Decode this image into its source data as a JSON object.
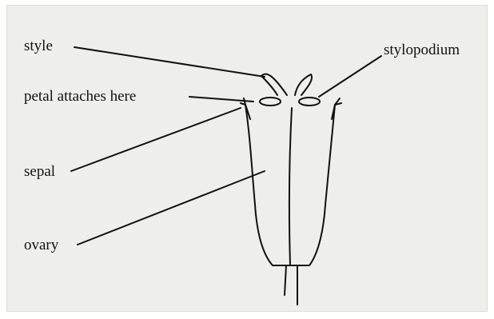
{
  "labels": {
    "style": "style",
    "stylopodium": "stylopodium",
    "petal_attaches": "petal attaches here",
    "sepal": "sepal",
    "ovary": "ovary"
  },
  "colors": {
    "ink": "#111111",
    "paper": "#eeeeec"
  }
}
